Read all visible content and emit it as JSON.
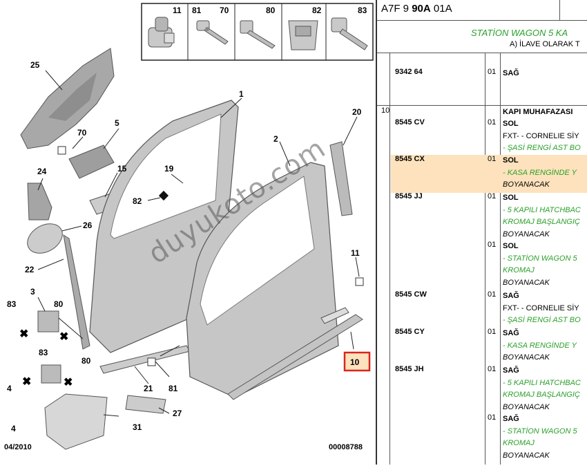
{
  "diagram": {
    "top_icons": [
      "11",
      "81",
      "70",
      "80",
      "82",
      "83"
    ],
    "callouts": [
      "25",
      "70",
      "5",
      "24",
      "15",
      "19",
      "82",
      "26",
      "22",
      "3",
      "83",
      "80",
      "83",
      "80",
      "4",
      "4",
      "21",
      "81",
      "27",
      "31",
      "1",
      "2",
      "20",
      "11",
      "10"
    ],
    "highlighted_callout": "10",
    "footer_date": "04/2010",
    "footer_ref": "00008788",
    "watermark": "duyukoto.com"
  },
  "table": {
    "code_prefix": "A7F 9 ",
    "code_bold": "90A",
    "code_suffix": " 01A",
    "title": "STATİON WAGON 5 KA",
    "subtitle": "A) İLAVE OLARAK T",
    "rows": [
      {
        "qty": "",
        "ref": "9342 64",
        "n": "01",
        "lines": [
          {
            "t": "SAĞ",
            "c": "s"
          }
        ],
        "hl": false
      },
      {
        "qty": "10",
        "ref": "",
        "n": "",
        "lines": [
          {
            "t": "KAPI MUHAFAZASI",
            "c": "s"
          }
        ],
        "hl": false
      },
      {
        "qty": "",
        "ref": "8545 CV",
        "n": "01",
        "lines": [
          {
            "t": "SOL",
            "c": "s"
          },
          {
            "t": "FXT- - CORNELIE SİY",
            "c": "n"
          },
          {
            "t": "- ŞASİ RENGİ AST BO",
            "c": "g"
          }
        ],
        "hl": false
      },
      {
        "qty": "",
        "ref": "8545 CX",
        "n": "01",
        "lines": [
          {
            "t": "SOL",
            "c": "s"
          },
          {
            "t": "- KASA RENGİNDE Y",
            "c": "g"
          },
          {
            "t": "BOYANACAK",
            "c": "k"
          }
        ],
        "hl": true
      },
      {
        "qty": "",
        "ref": "8545 JJ",
        "n": "01",
        "lines": [
          {
            "t": "SOL",
            "c": "s"
          },
          {
            "t": "- 5 KAPILI HATCHBAC",
            "c": "g"
          },
          {
            "t": "KROMAJ BAŞLANGIÇ",
            "c": "g"
          },
          {
            "t": "BOYANACAK",
            "c": "k"
          }
        ],
        "hl": false
      },
      {
        "qty": "",
        "ref": "",
        "n": "01",
        "lines": [
          {
            "t": "SOL",
            "c": "s"
          },
          {
            "t": "- STATİON WAGON 5",
            "c": "g"
          },
          {
            "t": "KROMAJ",
            "c": "g"
          },
          {
            "t": "BOYANACAK",
            "c": "k"
          }
        ],
        "hl": false
      },
      {
        "qty": "",
        "ref": "8545 CW",
        "n": "01",
        "lines": [
          {
            "t": "SAĞ",
            "c": "s"
          },
          {
            "t": "FXT- - CORNELIE SİY",
            "c": "n"
          },
          {
            "t": "- ŞASİ RENGİ AST BO",
            "c": "g"
          }
        ],
        "hl": false
      },
      {
        "qty": "",
        "ref": "8545 CY",
        "n": "01",
        "lines": [
          {
            "t": "SAĞ",
            "c": "s"
          },
          {
            "t": "- KASA RENGİNDE Y",
            "c": "g"
          },
          {
            "t": "BOYANACAK",
            "c": "k"
          }
        ],
        "hl": false
      },
      {
        "qty": "",
        "ref": "8545 JH",
        "n": "01",
        "lines": [
          {
            "t": "SAĞ",
            "c": "s"
          },
          {
            "t": "- 5 KAPILI HATCHBAC",
            "c": "g"
          },
          {
            "t": "KROMAJ BAŞLANGIÇ",
            "c": "g"
          },
          {
            "t": "BOYANACAK",
            "c": "k"
          }
        ],
        "hl": false
      },
      {
        "qty": "",
        "ref": "",
        "n": "01",
        "lines": [
          {
            "t": "SAĞ",
            "c": "s"
          },
          {
            "t": "- STATİON WAGON 5",
            "c": "g"
          },
          {
            "t": "KROMAJ",
            "c": "g"
          },
          {
            "t": "BOYANACAK",
            "c": "k"
          }
        ],
        "hl": false
      }
    ]
  }
}
